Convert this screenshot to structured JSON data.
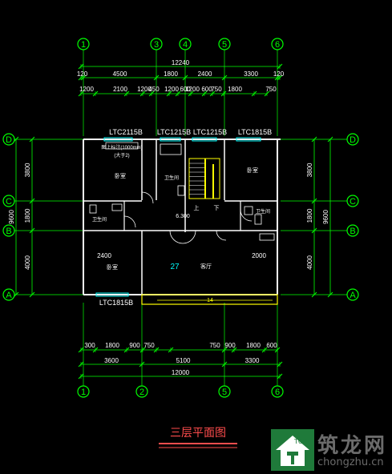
{
  "plan_title": "三层平面图",
  "colors": {
    "background": "#000000",
    "axis": "#00ff00",
    "wall": "#ffffff",
    "text": "#ffffff",
    "window": "#00ffff",
    "stair": "#ffff00",
    "title": "#ff4d4d",
    "watermark": "#6b6b6b"
  },
  "axes_top": [
    "1",
    "3",
    "4",
    "5",
    "6"
  ],
  "axes_bottom": [
    "1",
    "2",
    "5",
    "6"
  ],
  "axes_side": [
    "D",
    "C",
    "B",
    "A"
  ],
  "dims_top_total": "12240",
  "dims_top_mid": [
    "120",
    "4500",
    "1800",
    "2400",
    "3300",
    "120"
  ],
  "dims_top_detail": [
    "1200",
    "2100",
    "1200",
    "450",
    "1200",
    "600",
    "1200",
    "600",
    "750",
    "1800",
    "750"
  ],
  "dims_bottom_detail": [
    "300",
    "1800",
    "900",
    "750",
    "750",
    "900",
    "1800",
    "600"
  ],
  "dims_bottom_mid": [
    "3600",
    "5100",
    "3300"
  ],
  "dims_bottom_total": "12000",
  "dims_left_parts": [
    "3800",
    "1800",
    "4000"
  ],
  "dims_left_total": "9600",
  "dims_right_parts": [
    "3800",
    "1800",
    "4000"
  ],
  "dims_right_total": "9600",
  "window_labels": [
    "LTC2115B",
    "LTC1215B",
    "LTC1215B",
    "LTC1815B",
    "LTC1815B"
  ],
  "rooms": {
    "bedroom": "卧室",
    "bathroom": "卫生间",
    "bathroom_note": "(大于2)",
    "room_note": "图上标注(1000mm)",
    "elevation": "6.300",
    "hall": "客厅",
    "area": "27",
    "dim_2400": "2400",
    "dim_2000": "2000",
    "stair_up": "上",
    "stair_down": "下",
    "balcony_dim": "14"
  },
  "watermark": {
    "name": "筑龙网",
    "url": "chongzhu.cn"
  }
}
